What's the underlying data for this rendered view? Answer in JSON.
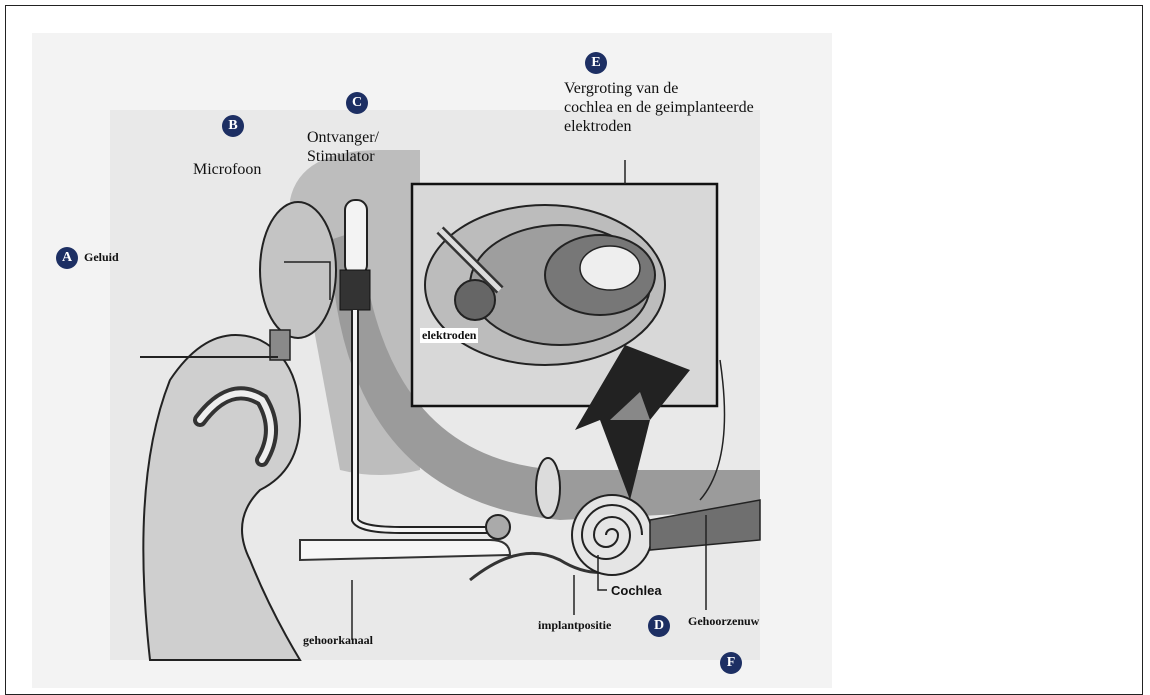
{
  "badges": {
    "a": "A",
    "b": "B",
    "c": "C",
    "d": "D",
    "e": "E",
    "f": "F"
  },
  "labels": {
    "geluid": "Geluid",
    "microfoon": "Microfoon",
    "ontvanger_line1": "Ontvanger/",
    "ontvanger_line2": "Stimulator",
    "vergroting_line1": "Vergroting van de",
    "vergroting_line2": "cochlea en de geimplanteerde",
    "vergroting_line3": "elektroden",
    "elektroden": "elektroden",
    "cochlea": "Cochlea",
    "implantpositie": "implantpositie",
    "gehoorkanaal": "gehoorkanaal",
    "gehoorzenuw": "Gehoorzenuw"
  },
  "colors": {
    "badge": "#1d2f63",
    "ink": "#111111",
    "shade": "#8a8a8a",
    "light": "#cfcfcf"
  }
}
